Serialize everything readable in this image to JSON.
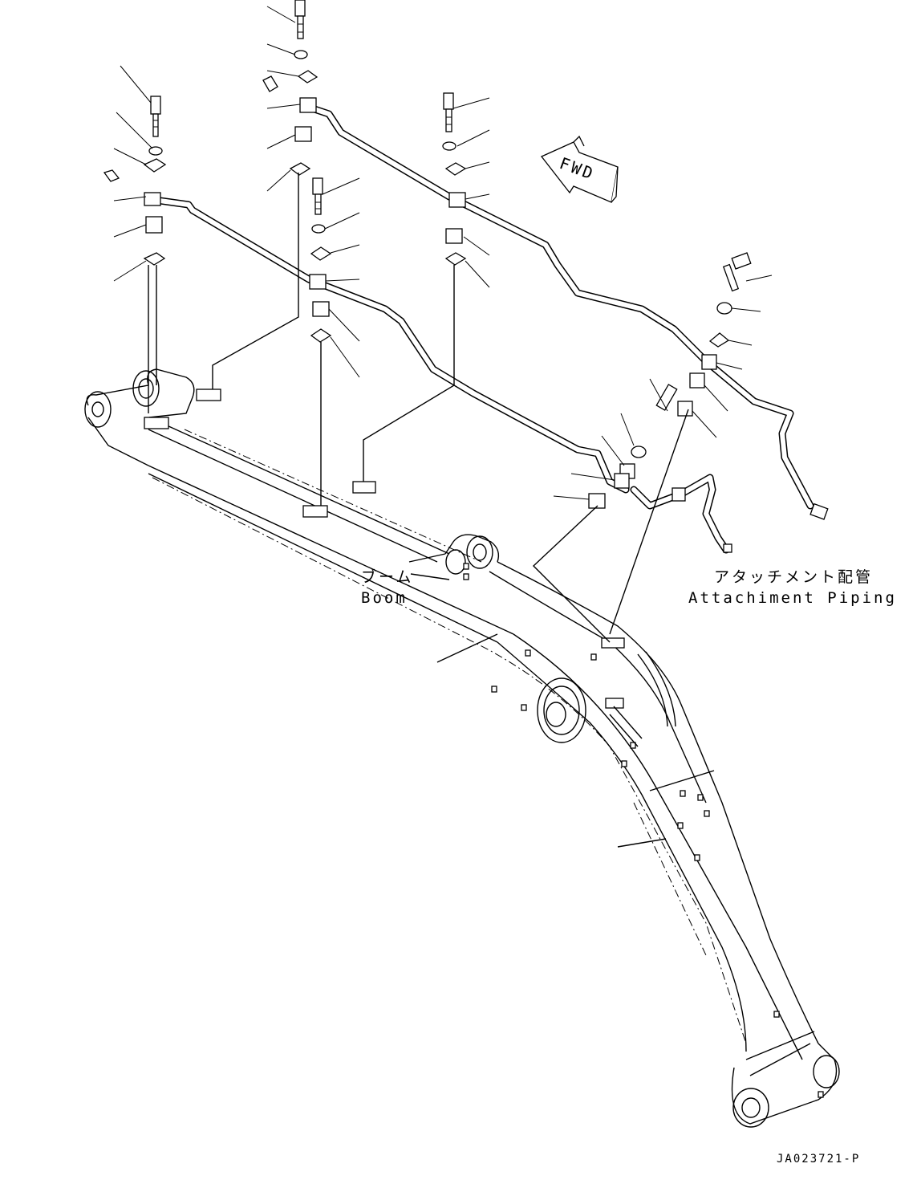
{
  "labels": {
    "fwd": "FWD",
    "boom_jp": "ブーム",
    "boom_en": "Boom",
    "piping_jp": "アタッチメント配管",
    "piping_en": "Attachiment Piping",
    "drawing_code": "JA023721-P"
  },
  "icons": {
    "fwd_arrow": "forward-arrow-icon"
  }
}
